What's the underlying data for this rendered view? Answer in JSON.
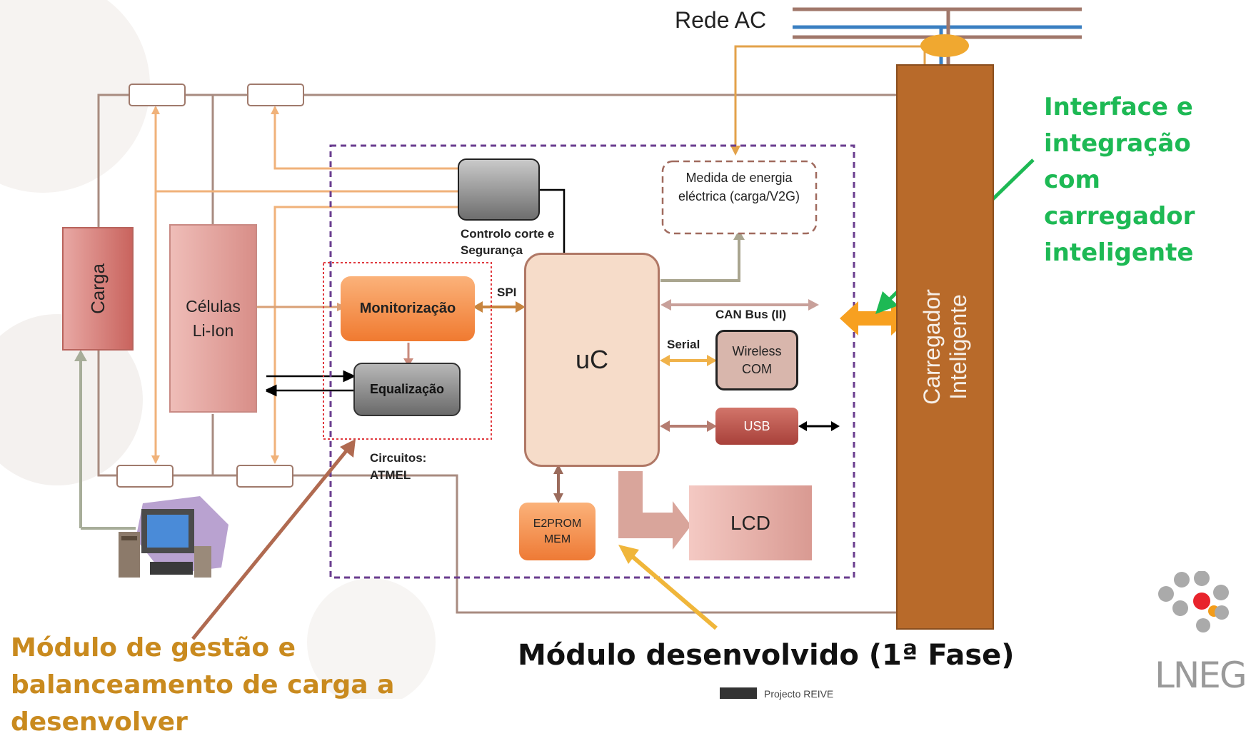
{
  "diagram": {
    "rede_ac": "Rede AC",
    "carga": "Carga",
    "celulas": "Células Li-Ion",
    "monitorizacao": "Monitorização",
    "equalizacao": "Equalização",
    "spi": "SPI",
    "uc": "uC",
    "controlo": "Controlo corte e Segurança",
    "medida": "Medida de energia eléctrica (carga/V2G)",
    "can_bus": "CAN Bus (II)",
    "serial": "Serial",
    "wireless": "Wireless COM",
    "usb": "USB",
    "circuitos": "Circuitos: ATMEL",
    "e2prom": "E2PROM MEM",
    "lcd": "LCD",
    "carregador": "Carregador Inteligente"
  },
  "callouts": {
    "interface": "Interface e integração com carregador inteligente",
    "modulo_gestao": "Módulo de gestão e balanceamento de carga a desenvolver",
    "modulo_desenvolvido": "Módulo desenvolvido (1ª Fase)"
  },
  "footer": {
    "project": "Projecto REIVE",
    "logo_text": "LNEG"
  },
  "colors": {
    "green_accent": "#1db954",
    "orange_accent": "#c98a1e",
    "carregador_fill": "#b86a2a",
    "dashed_border": "#6a3d8f"
  }
}
